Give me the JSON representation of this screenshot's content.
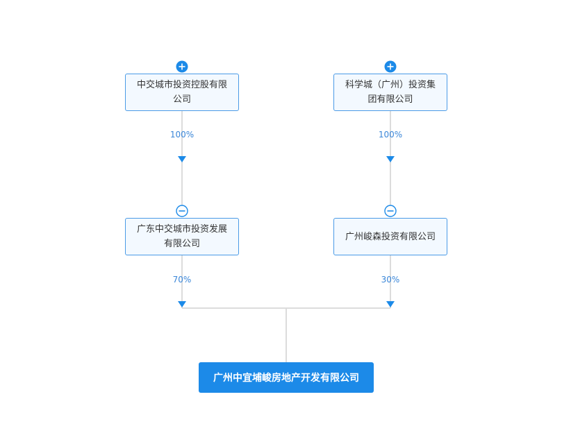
{
  "shareholders": [
    {
      "name": "中交城市投资控股有限公司",
      "percent": "100%",
      "toggle": "expand"
    },
    {
      "name": "科学城（广州）投资集团有限公司",
      "percent": "100%",
      "toggle": "expand"
    }
  ],
  "intermediates": [
    {
      "name": "广东中交城市投资发展有限公司",
      "percent": "70%",
      "toggle": "collapse"
    },
    {
      "name": "广州峻森投资有限公司",
      "percent": "30%",
      "toggle": "collapse"
    }
  ],
  "root": {
    "name": "广州中宜埔峻房地产开发有限公司"
  },
  "colors": {
    "accent": "#1c8ae8",
    "node_border": "#4a9ae6",
    "node_fill": "#f3f9ff",
    "link": "#dcdcdc",
    "percent_text": "#3a86d8"
  }
}
